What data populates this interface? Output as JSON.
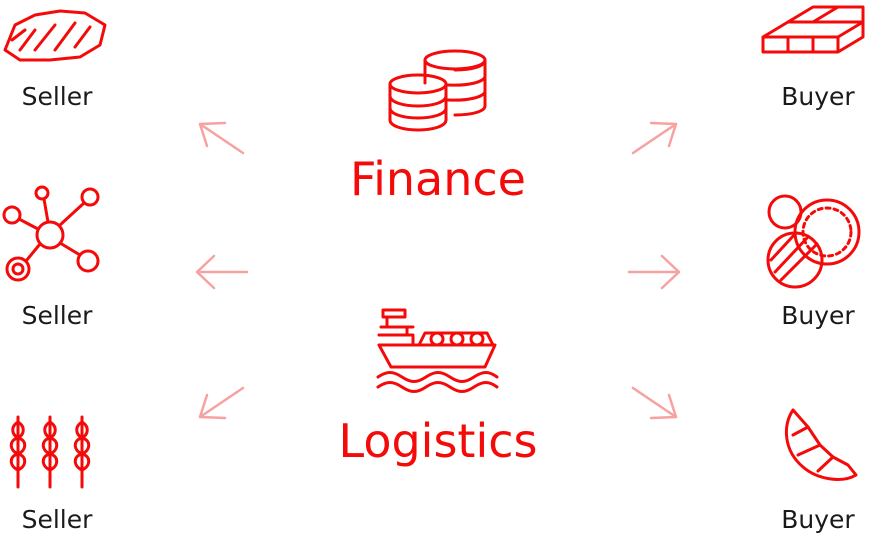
{
  "center": {
    "finance": "Finance",
    "logistics": "Logistics"
  },
  "sellers": [
    "Seller",
    "Seller",
    "Seller"
  ],
  "buyers": [
    "Buyer",
    "Buyer",
    "Buyer"
  ],
  "colors": {
    "accent": "#f50a0a",
    "arrow": "#f7a1a1",
    "text": "#1a1a1a"
  }
}
